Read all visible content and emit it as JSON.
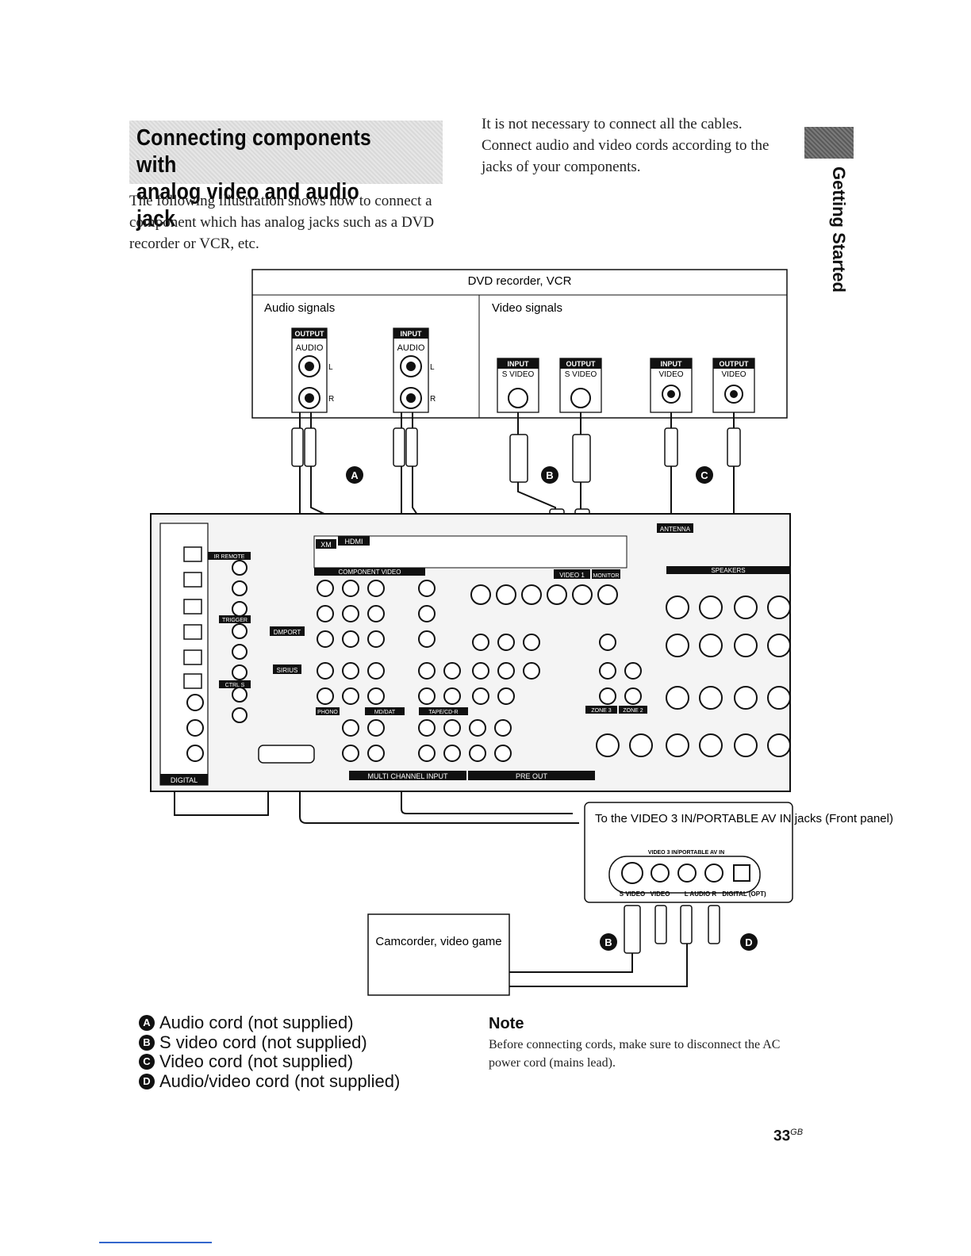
{
  "heading": {
    "line1": "Connecting components with",
    "line2": "analog video and audio jack"
  },
  "intro": "The following illustration shows how to connect a component which has analog jacks such as a DVD recorder or VCR, etc.",
  "right_intro": "It is not necessary to connect all the cables. Connect audio and video cords according to the jacks of your components.",
  "side_tab_label": "Getting Started",
  "diagram": {
    "top_box_title": "DVD recorder, VCR",
    "audio_signals": "Audio signals",
    "video_signals": "Video signals",
    "jacks": {
      "output": "OUTPUT",
      "input": "INPUT",
      "audio": "AUDIO",
      "s_video": "S VIDEO",
      "video": "VIDEO",
      "l": "L",
      "r": "R"
    },
    "badges": {
      "a": "A",
      "b": "B",
      "c": "C",
      "d": "D"
    },
    "receiver_labels": {
      "digital": "DIGITAL",
      "hdmi": "HDMI",
      "xm": "XM",
      "component_video": "COMPONENT VIDEO",
      "multi_channel_input": "MULTI CHANNEL INPUT",
      "speakers": "SPEAKERS",
      "antenna": "ANTENNA",
      "dmport": "DMPORT",
      "sirius": "SIRIUS",
      "phono": "PHONO",
      "md_dat": "MD/DAT",
      "tape_cd_r": "TAPE/CD-R",
      "video1": "VIDEO 1",
      "monitor": "MONITOR",
      "pre_out": "PRE OUT",
      "ir_remote": "IR REMOTE",
      "trigger": "TRIGGER",
      "ctrl_s": "CTRL S",
      "zone3": "ZONE 3",
      "zone2": "ZONE 2"
    },
    "front_panel_callout": "To the VIDEO 3 IN/PORTABLE AV IN jacks (Front panel)",
    "front_panel_strip": "VIDEO 3 IN/PORTABLE AV IN",
    "front_jacks": [
      "S VIDEO",
      "VIDEO",
      "L AUDIO R",
      "DIGITAL (OPT)"
    ],
    "camcorder_box": "Camcorder, video game"
  },
  "legend": [
    {
      "badge": "A",
      "text": "Audio cord (not supplied)"
    },
    {
      "badge": "B",
      "text": "S video cord (not supplied)"
    },
    {
      "badge": "C",
      "text": "Video cord (not supplied)"
    },
    {
      "badge": "D",
      "text": "Audio/video cord (not supplied)"
    }
  ],
  "note": {
    "title": "Note",
    "text": "Before connecting cords, make sure to disconnect the AC power cord (mains lead)."
  },
  "page_number": {
    "num": "33",
    "suffix": "GB"
  }
}
